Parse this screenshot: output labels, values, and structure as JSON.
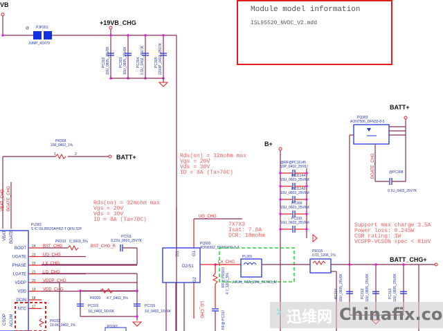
{
  "info_box": {
    "title": "Module model information",
    "file": "ISL95520_NVDC_V2.mdd"
  },
  "power_nets": {
    "vb": "VB",
    "vb_chg": "+19VB_CHG",
    "batt_top": "BATT+",
    "batt_left": "BATT+",
    "b_plus": "B+",
    "batt_chg": "BATT_CHG+"
  },
  "components": {
    "pjp301": {
      "ref": "PJP301",
      "value": "JUMP_43X79",
      "at": "@"
    },
    "pc302": {
      "ref": "PC302",
      "value": "10U_0805_25V6K"
    },
    "pc303": {
      "ref": "PC303",
      "value": "10U_0805_25V6K"
    },
    "pc304": {
      "ref": "PC304",
      "tag": "@EMI@",
      "value": "0.1U_0402_25V7K"
    },
    "pc305": {
      "ref": "PC305",
      "tag": "EMI@",
      "value": "2200P_0402_25V7K"
    },
    "pr309": {
      "ref": "PR309",
      "value": "100_0402_1%"
    },
    "pq303": {
      "ref": "PQ303",
      "value": "AON7506_DFN33-8-5"
    },
    "pc308": {
      "ref": "@PC308",
      "value": "0.1U_0402_25V7K"
    },
    "pu301": {
      "ref": "PU301",
      "value": "S IC ISL95520AHRZ-T QFN 32P"
    },
    "pr312": {
      "ref": "PR312",
      "value": "0_0603_5%"
    },
    "pc311": {
      "ref": "PC311",
      "value": "0.22U_0603_25V7K"
    },
    "pr320": {
      "ref": "PR320",
      "value": "4.7_0402_5%"
    },
    "pc315": {
      "ref": "PC315",
      "value": "1U_0402_16V6K"
    },
    "pc316": {
      "ref": "PC316",
      "value": "1U_0402_16V6K"
    },
    "pr322": {
      "ref": "PR322",
      "value": "19.6K_0402_1%"
    },
    "pq603": {
      "ref": "PQ603",
      "value": "AON6992_DFN5X6D-8-7"
    },
    "pl301": {
      "ref": "PL301",
      "value": "2.2UH_7.8A_20%_7X7X3_M"
    },
    "prs03": {
      "ref": "RF@ PRS03",
      "value": "4.7_1206_5%"
    },
    "pc317": {
      "ref": "RF@ PC317",
      "value": "680P_0603_50V7K"
    },
    "pr315": {
      "ref": "PR315",
      "value": "0.01_1206_1%"
    },
    "pc1145": {
      "ref": "@RF@PC11145",
      "value": "10P_0402_25V8J"
    },
    "pc1144": {
      "ref": "PC11144",
      "value": "10U_0603_25V6M"
    },
    "pc1143": {
      "ref": "PC11143",
      "value": "10U_0603_25V6M"
    },
    "pc309": {
      "ref": "PC309",
      "value": "10U_0603_25V6M"
    },
    "pc310": {
      "ref": "PC310",
      "value": "10U_0603_25V6M"
    },
    "pc314": {
      "ref": "PC314",
      "value": "10U_0805_25V6K"
    },
    "pc312": {
      "ref": "PC312",
      "value": "10U_0805_25V6K"
    },
    "pc313": {
      "ref": "PC313",
      "value": "10U_0805_25V6K"
    },
    "pd301": {
      "ref": "PD301"
    }
  },
  "ic_pins": [
    {
      "num": "24",
      "name": "BOOT",
      "net": "BST_CHG"
    },
    {
      "num": "23",
      "name": "UGATE",
      "net": "UG_CHG"
    },
    {
      "num": "22",
      "name": "PHASE",
      "net": "LX_CHG"
    },
    {
      "num": "21",
      "name": "LGATE",
      "net": "LG_CHG"
    },
    {
      "num": "20",
      "name": "VDDP",
      "net": "VDDP_CHG"
    },
    {
      "num": "19",
      "name": "VDD",
      "net": "VDD_CHG"
    },
    {
      "num": "18",
      "name": "DCIN",
      "net": ""
    },
    {
      "num": "17",
      "name": "NTC",
      "net": ""
    }
  ],
  "ic_top_pins": {
    "vbat": "VBAT",
    "bgate": "BGATE",
    "acl": "ACLIM",
    "csop": "CSOP"
  },
  "nets": {
    "vbat_chg": "VBAT_CHG",
    "bgate_chg": "BGATE_CHG",
    "bst_chg_r": "BST_CHG_R",
    "ug_chg": "UG_CHG",
    "lx_chg": "LX_CHG",
    "lg_chg": "LG_CHG",
    "bgate_chg2": "BGATE_CHG"
  },
  "notes": {
    "mosfet1": [
      "Rds(on) = 32mohm max",
      "Vgs = 20V",
      "Vds = 30V",
      "ID = 8A (Ta=70C)"
    ],
    "mosfet2": [
      "Rds(on) = 32mohm max",
      "Vgs = 20V",
      "Vds = 30V",
      "ID = 8A (Ta=70C)"
    ],
    "inductor": [
      "7X7X3",
      "Isat: 7.8A",
      "DCR: 18mohm"
    ],
    "sense": [
      "Support max charge 3.5A",
      "Power loss: 0.245W",
      "CSR rating: 1W",
      "VCSPP-VCSON spec < 81mV"
    ]
  },
  "pq603_pins": {
    "d1": "D1",
    "g1": "G1",
    "d2s1": "D2/S1",
    "s2": "S2",
    "g2": "G2"
  },
  "watermark": {
    "arrow": "›",
    "cn": "迅维网",
    "en": "Chinafix.com"
  }
}
